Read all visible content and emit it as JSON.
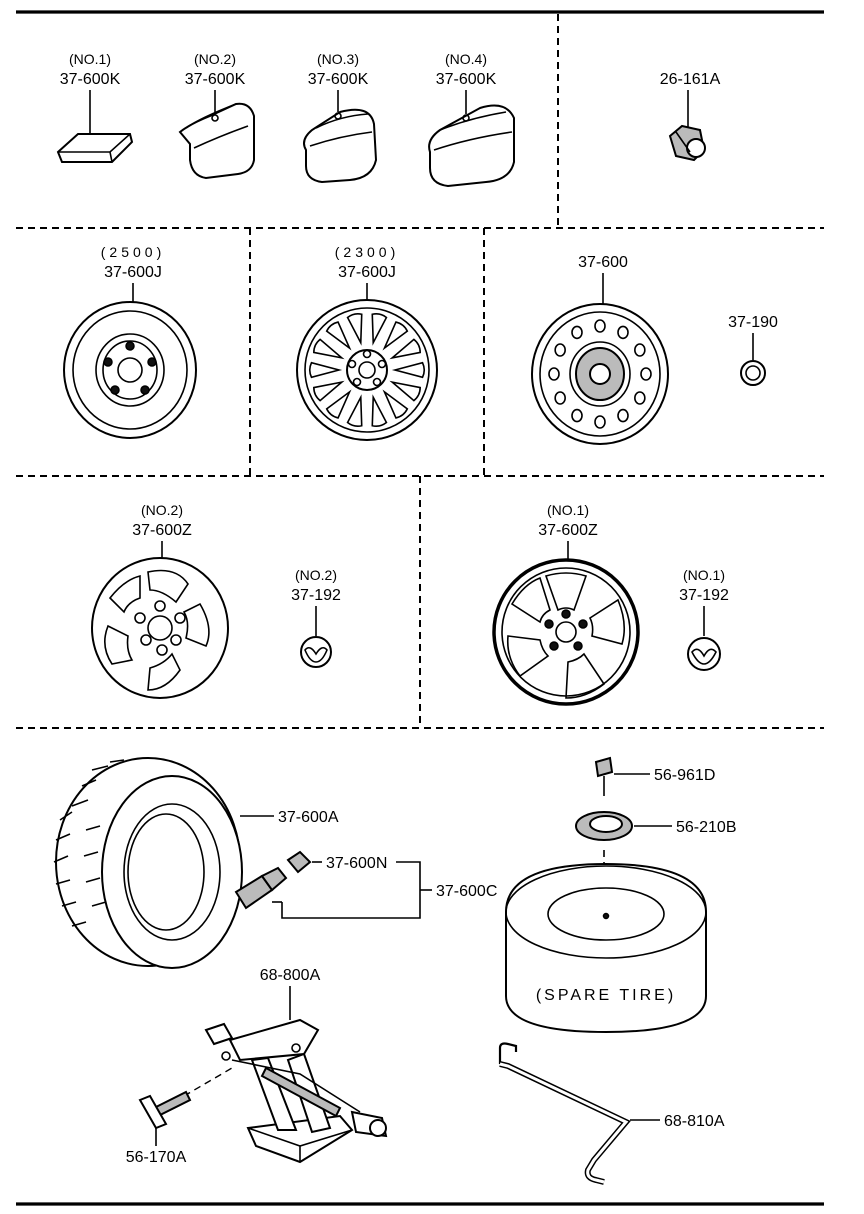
{
  "parts": [
    {
      "id": "nut-k1",
      "label_top": "(NO.1)",
      "label": "37-600K"
    },
    {
      "id": "nut-k2",
      "label_top": "(NO.2)",
      "label": "37-600K"
    },
    {
      "id": "nut-k3",
      "label_top": "(NO.3)",
      "label": "37-600K"
    },
    {
      "id": "nut-k4",
      "label_top": "(NO.4)",
      "label": "37-600K"
    },
    {
      "id": "lug-nut",
      "label": "26-161A"
    },
    {
      "id": "wheel-2500",
      "label_top": "(2500)",
      "label": "37-600J"
    },
    {
      "id": "wheel-2300",
      "label_top": "(2300)",
      "label": "37-600J"
    },
    {
      "id": "wheel-steel",
      "label": "37-600"
    },
    {
      "id": "cap-190",
      "label": "37-190"
    },
    {
      "id": "wheel-z2",
      "label_top": "(NO.2)",
      "label": "37-600Z"
    },
    {
      "id": "ornament-2",
      "label_top": "(NO.2)",
      "label": "37-192"
    },
    {
      "id": "wheel-z1",
      "label_top": "(NO.1)",
      "label": "37-600Z"
    },
    {
      "id": "ornament-1",
      "label_top": "(NO.1)",
      "label": "37-192"
    },
    {
      "id": "tire",
      "label": "37-600A"
    },
    {
      "id": "valve-cap",
      "label": "37-600N"
    },
    {
      "id": "valve-assy",
      "label": "37-600C"
    },
    {
      "id": "bolt",
      "label": "56-961D"
    },
    {
      "id": "retainer",
      "label": "56-210B"
    },
    {
      "id": "spare-tire",
      "label": "(SPARE TIRE)"
    },
    {
      "id": "jack",
      "label": "68-800A"
    },
    {
      "id": "jack-pin",
      "label": "56-170A"
    },
    {
      "id": "jack-handle",
      "label": "68-810A"
    }
  ],
  "colors": {
    "ink": "#000000",
    "paper": "#ffffff"
  }
}
